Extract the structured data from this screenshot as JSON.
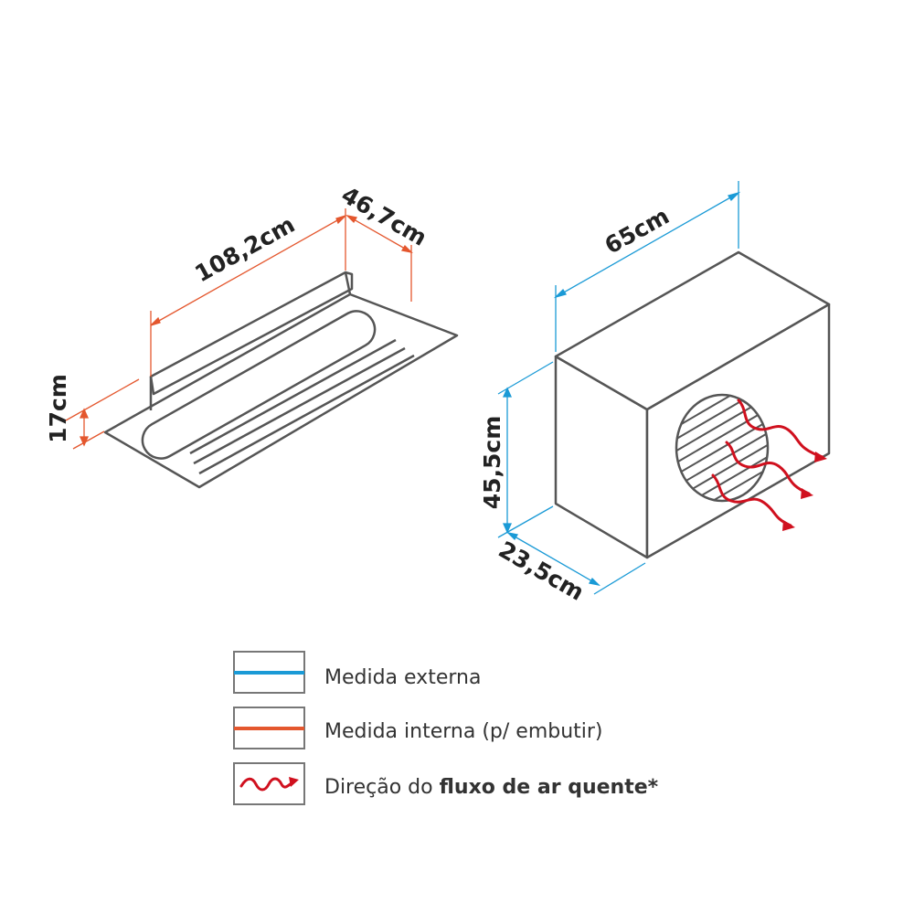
{
  "indoor_unit": {
    "width_label": "108,2cm",
    "depth_label": "46,7cm",
    "height_label": "17cm"
  },
  "outdoor_unit": {
    "width_label": "65cm",
    "height_label": "45,5cm",
    "depth_label": "23,5cm"
  },
  "legend": {
    "external": "Medida externa",
    "internal": "Medida interna (p/ embutir)",
    "airflow_prefix": "Direção do ",
    "airflow_bold": "fluxo de ar quente*"
  },
  "colors": {
    "external": "#1a9ad6",
    "internal": "#e4572e",
    "airflow": "#d0101e",
    "outline": "#555555"
  }
}
